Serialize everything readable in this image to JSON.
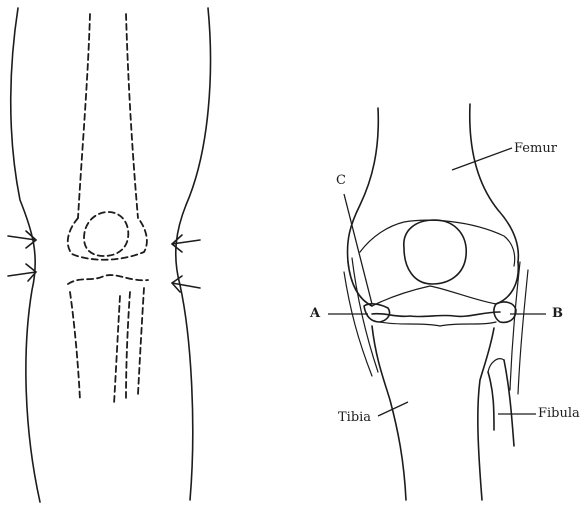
{
  "labels": {
    "femur": "Femur",
    "c": "C",
    "a": "A",
    "b": "B",
    "tibia": "Tibia",
    "fibula": "Fibula"
  }
}
